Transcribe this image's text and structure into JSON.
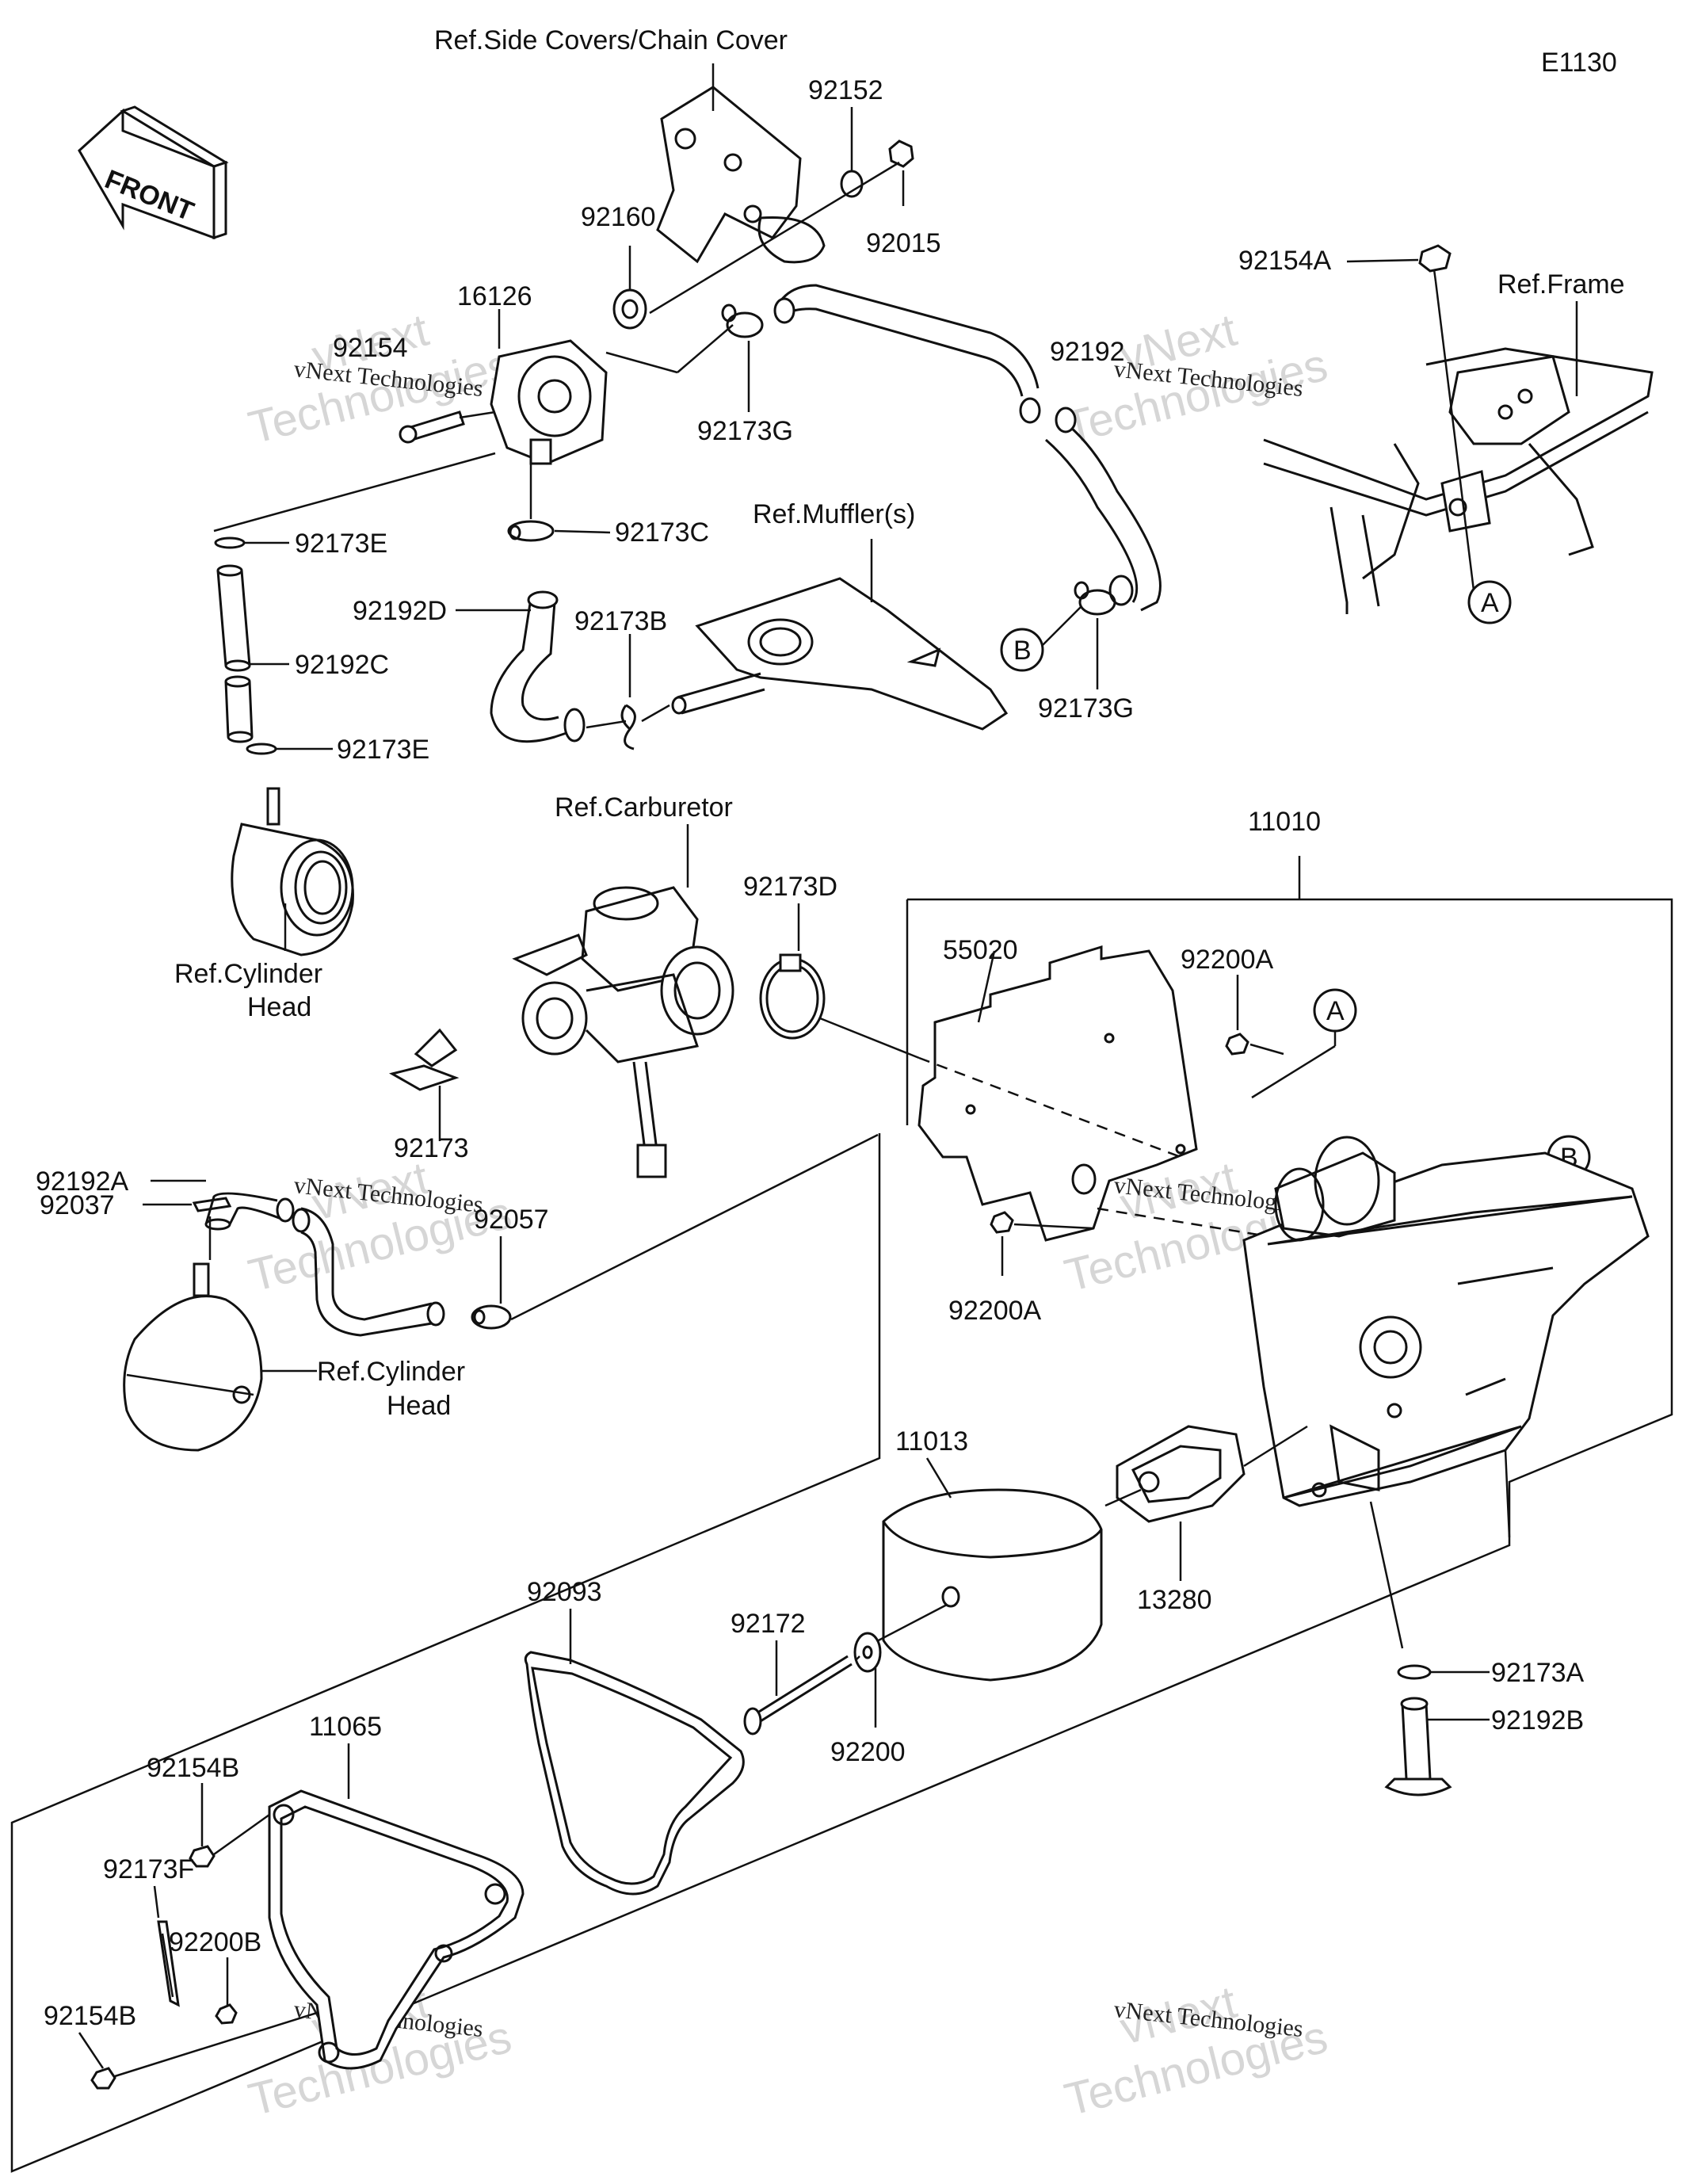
{
  "diagram_code": "E1130",
  "front_arrow_text": "FRONT",
  "watermark": {
    "line1": "vNext",
    "line2": "Technologies",
    "caption": "vNext Technologies"
  },
  "labels": {
    "ref_side_covers": "Ref.Side Covers/Chain Cover",
    "p92152": "92152",
    "p92015": "92015",
    "p92160": "92160",
    "p16126": "16126",
    "p92154": "92154",
    "p92173g_top": "92173G",
    "p92192": "92192",
    "p92154a": "92154A",
    "ref_frame": "Ref.Frame",
    "p92173e_top": "92173E",
    "p92173c": "92173C",
    "ref_muffler": "Ref.Muffler(s)",
    "p92192d": "92192D",
    "p92173b": "92173B",
    "p92192c": "92192C",
    "p92173e_bot": "92173E",
    "p92173g_right": "92173G",
    "ref_cylinder_head_top_1": "Ref.Cylinder",
    "ref_cylinder_head_top_2": "Head",
    "ref_carburetor": "Ref.Carburetor",
    "p11010": "11010",
    "p92173d": "92173D",
    "p55020": "55020",
    "p92200a_top": "92200A",
    "p92173": "92173",
    "p92192a": "92192A",
    "p92037": "92037",
    "p92057": "92057",
    "p92200a_bot": "92200A",
    "ref_cylinder_head_bot_1": "Ref.Cylinder",
    "ref_cylinder_head_bot_2": "Head",
    "p11013": "11013",
    "p92093": "92093",
    "p13280": "13280",
    "p92172": "92172",
    "p92173a": "92173A",
    "p92200": "92200",
    "p92192b": "92192B",
    "p11065": "11065",
    "p92154b_top": "92154B",
    "p92173f": "92173F",
    "p92200b": "92200B",
    "p92154b_bot": "92154B"
  },
  "callouts": {
    "a": "A",
    "b": "B"
  }
}
